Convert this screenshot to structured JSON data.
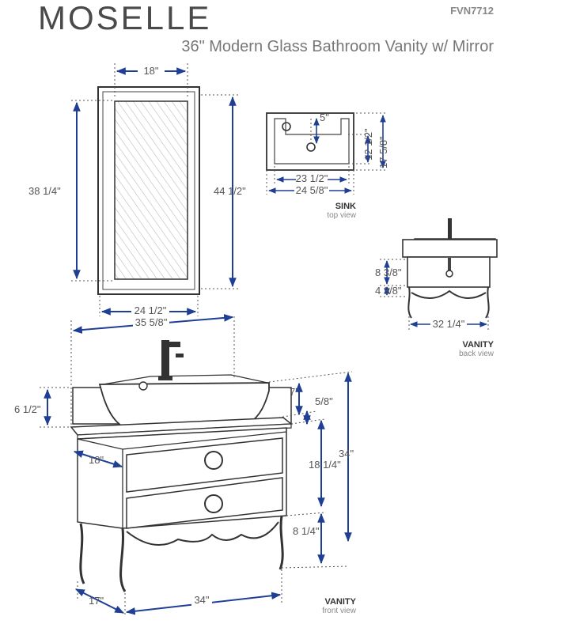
{
  "header": {
    "brand": "MOSELLE",
    "model_code": "FVN7712",
    "subtitle": "36\" Modern Glass Bathroom Vanity w/ Mirror"
  },
  "views": {
    "sink": {
      "name": "SINK",
      "view": "top view"
    },
    "back": {
      "name": "VANITY",
      "view": "back view"
    },
    "front": {
      "name": "VANITY",
      "view": "front view"
    }
  },
  "dimensions": {
    "mirror_inner_width": "18\"",
    "mirror_inner_height": "38 1/4\"",
    "mirror_outer_height": "44 1/2\"",
    "mirror_outer_width": "24 1/2\"",
    "sink_drain": "5\"",
    "sink_inner_depth": "12 1/2\"",
    "sink_outer_depth": "17 5/8\"",
    "sink_inner_width": "23 1/2\"",
    "sink_outer_width": "24 5/8\"",
    "back_drawer_height": "8 3/8\"",
    "back_leg_height": "4 3/8\"",
    "back_width": "32 1/4\"",
    "vanity_top_width": "35 5/8\"",
    "backsplash_height": "6 1/2\"",
    "vessel_height": "7\"",
    "countertop_thickness": "5/8\"",
    "cabinet_height": "18 1/4\"",
    "total_height": "34\"",
    "top_depth": "18\"",
    "leg_height": "8 1/4\"",
    "cabinet_depth": "17\"",
    "cabinet_width": "34\""
  }
}
